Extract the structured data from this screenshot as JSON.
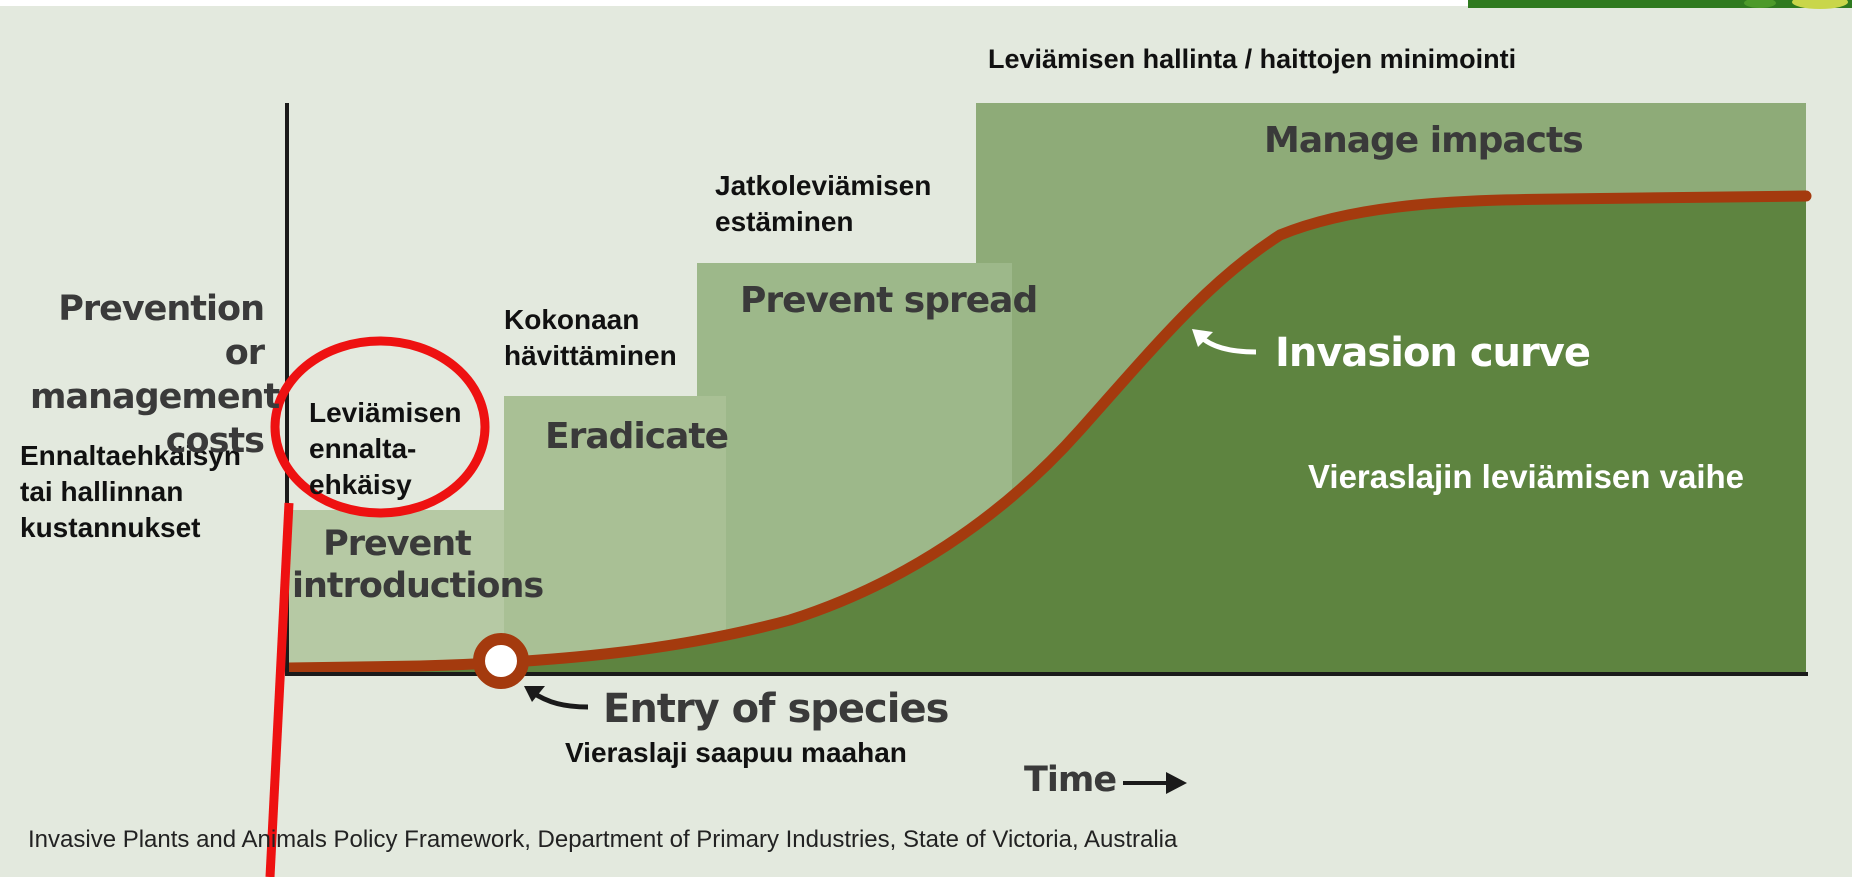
{
  "header": {
    "management": "Leviämisen hallinta / haittojen minimointi"
  },
  "stages": {
    "prevent_introductions": "Prevent introductions",
    "eradicate": "Eradicate",
    "prevent_spread": "Prevent spread",
    "manage_impacts": "Manage impacts"
  },
  "finnish": {
    "prevention": "Leviämisen ennalta-ehkäisy",
    "eradication": "Kokonaan hävittäminen",
    "spread_prevention": "Jatkoleviämisen estäminen",
    "cost_axis": "Ennaltaehkäisyn tai hallinnan kustannukset",
    "entry": "Vieraslaji saapuu maahan",
    "invasion_phase": "Vieraslajin leviämisen vaihe"
  },
  "axes": {
    "y_label": "Prevention or management costs",
    "x_label": "Time"
  },
  "annotations": {
    "invasion_curve": "Invasion curve",
    "entry_of_species": "Entry of species"
  },
  "credit": "Invasive Plants and Animals Policy Framework, Department of Primary Industries, State of Victoria, Australia",
  "colors": {
    "background": "#e3e9de",
    "stage1": "#b6c9a4",
    "stage2": "#a9c095",
    "stage3": "#9db88a",
    "stage4": "#8eab78",
    "invasion_area": "#5e8440",
    "curve": "#a43a0e",
    "highlight": "#ee1111",
    "corner_image": "#2f7a1f"
  }
}
